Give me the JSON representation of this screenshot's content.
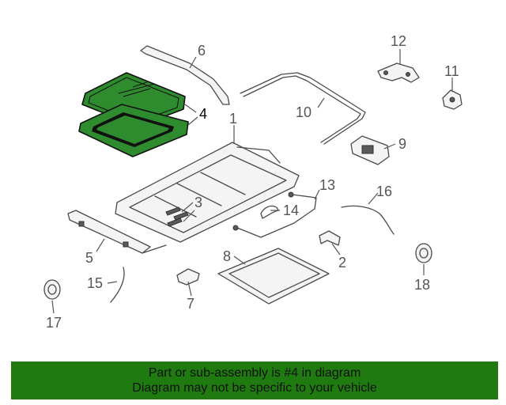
{
  "callouts": {
    "c1": "1",
    "c2": "2",
    "c3": "3",
    "c4": "4",
    "c5": "5",
    "c6": "6",
    "c7": "7",
    "c8": "8",
    "c9": "9",
    "c10": "10",
    "c11": "11",
    "c12": "12",
    "c13": "13",
    "c14": "14",
    "c15": "15",
    "c16": "16",
    "c17": "17",
    "c18": "18"
  },
  "highlight_color": "#2e8b2e",
  "banner": {
    "line1": "Part or sub-assembly is #4 in diagram",
    "line2": "Diagram may not be specific to your vehicle",
    "color": "#1f7a10"
  }
}
